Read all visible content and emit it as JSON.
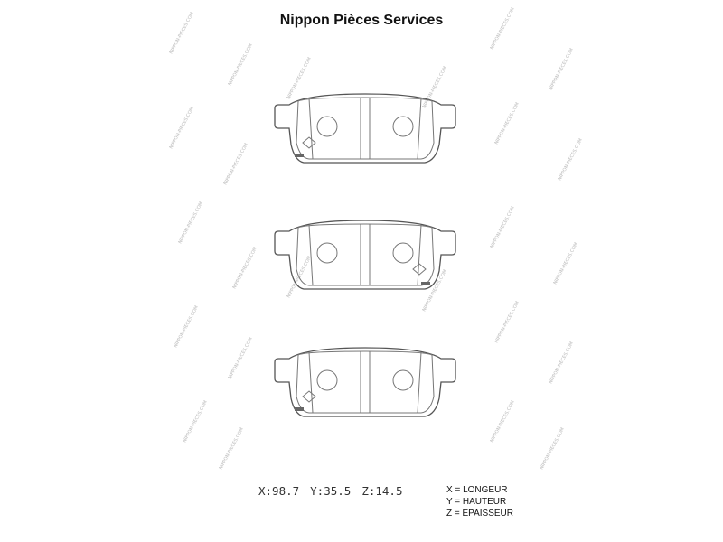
{
  "header": {
    "title": "Nippon Pièces Services"
  },
  "watermark": {
    "text": "NIPPON-PIECES.COM",
    "color": "#b9b9b9"
  },
  "drawing": {
    "pads": [
      "pad-1",
      "pad-2",
      "pad-3"
    ]
  },
  "dimensions": {
    "x": "X:98.7",
    "y": "Y:35.5",
    "z": "Z:14.5"
  },
  "legend": {
    "x": "X = LONGEUR",
    "y": "Y = HAUTEUR",
    "z": "Z = EPAISSEUR"
  }
}
